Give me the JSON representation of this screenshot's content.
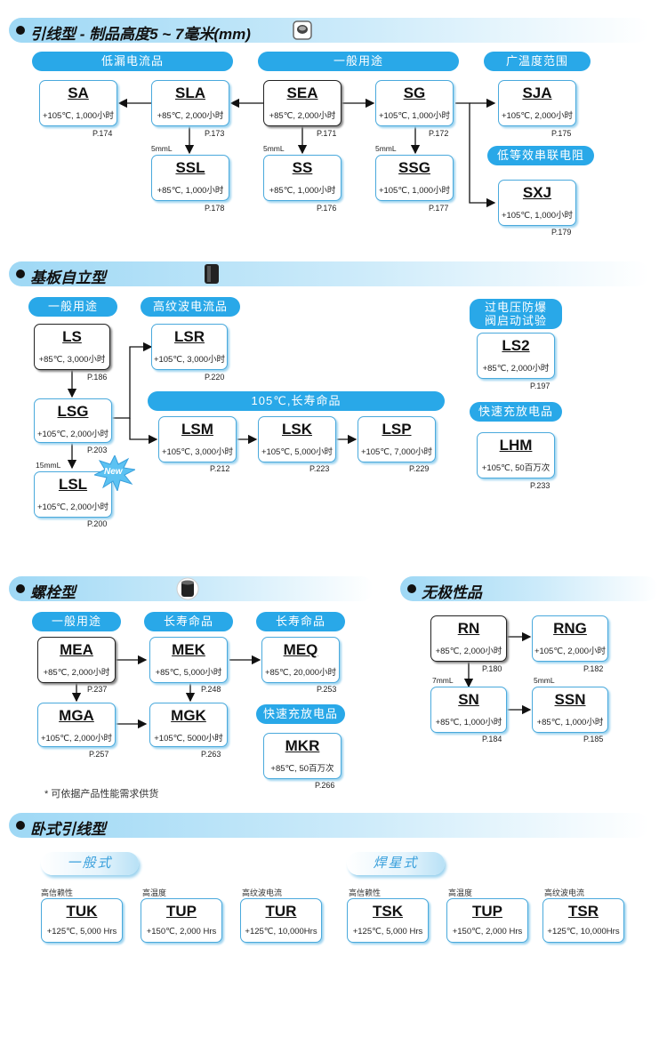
{
  "sections": {
    "lead": "引线型 - 制品高度5 ~ 7毫米(mm)",
    "snapin_board": "基板自立型",
    "screw": "螺栓型",
    "bipolar": "无极性品",
    "horizontal": "卧式引线型"
  },
  "lead": {
    "labels": {
      "low_leak": "低漏电流品",
      "general": "一般用途",
      "wide_temp": "广温度范围",
      "low_esr": "低等效串联电阻"
    },
    "boxes": {
      "sa": {
        "code": "SA",
        "spec": "+105℃, 1,000小时",
        "page": "P.174"
      },
      "sla": {
        "code": "SLA",
        "spec": "+85℃, 2,000小时",
        "page": "P.173"
      },
      "sea": {
        "code": "SEA",
        "spec": "+85℃, 2,000小时",
        "page": "P.171"
      },
      "sg": {
        "code": "SG",
        "spec": "+105℃, 1,000小时",
        "page": "P.172"
      },
      "sja": {
        "code": "SJA",
        "spec": "+105℃, 2,000小时",
        "page": "P.175"
      },
      "ssl": {
        "code": "SSL",
        "spec": "+85℃, 1,000小时",
        "page": "P.178"
      },
      "ss": {
        "code": "SS",
        "spec": "+85℃, 1,000小时",
        "page": "P.176"
      },
      "ssg": {
        "code": "SSG",
        "spec": "+105℃, 1,000小时",
        "page": "P.177"
      },
      "sxj": {
        "code": "SXJ",
        "spec": "+105℃, 1,000小时",
        "page": "P.179"
      }
    },
    "notes": {
      "n1": "5mmL",
      "n2": "5mmL",
      "n3": "5mmL"
    }
  },
  "snapin": {
    "labels": {
      "general": "一般用途",
      "high_ripple": "高纹波电流品",
      "long_life": "105℃,长寿命品",
      "overvoltage": "过电压防爆\n阀启动试验",
      "fast_charge": "快速充放电品"
    },
    "boxes": {
      "ls": {
        "code": "LS",
        "spec": "+85℃, 3,000小时",
        "page": "P.186"
      },
      "lsr": {
        "code": "LSR",
        "spec": "+105℃, 3,000小时",
        "page": "P.220"
      },
      "lsg": {
        "code": "LSG",
        "spec": "+105℃, 2,000小时",
        "page": "P.203"
      },
      "lsl": {
        "code": "LSL",
        "spec": "+105℃, 2,000小时",
        "page": "P.200"
      },
      "lsm": {
        "code": "LSM",
        "spec": "+105℃, 3,000小时",
        "page": "P.212"
      },
      "lsk": {
        "code": "LSK",
        "spec": "+105℃, 5,000小时",
        "page": "P.223"
      },
      "lsp": {
        "code": "LSP",
        "spec": "+105℃, 7,000小时",
        "page": "P.229"
      },
      "ls2": {
        "code": "LS2",
        "spec": "+85℃, 2,000小时",
        "page": "P.197"
      },
      "lhm": {
        "code": "LHM",
        "spec": "+105℃, 50百万次",
        "page": "P.233"
      }
    },
    "notes": {
      "n1": "15mmL"
    },
    "new_badge": "New"
  },
  "screw": {
    "labels": {
      "general": "一般用途",
      "long_life1": "长寿命品",
      "long_life2": "长寿命品",
      "fast_charge": "快速充放电品"
    },
    "boxes": {
      "mea": {
        "code": "MEA",
        "spec": "+85℃, 2,000小时",
        "page": "P.237"
      },
      "mek": {
        "code": "MEK",
        "spec": "+85℃, 5,000小时",
        "page": "P.248"
      },
      "meq": {
        "code": "MEQ",
        "spec": "+85℃, 20,000小时",
        "page": "P.253"
      },
      "mga": {
        "code": "MGA",
        "spec": "+105℃, 2,000小时",
        "page": "P.257"
      },
      "mgk": {
        "code": "MGK",
        "spec": "+105℃, 5000小时",
        "page": "P.263"
      },
      "mkr": {
        "code": "MKR",
        "spec": "+85℃, 50百万次",
        "page": "P.266"
      }
    },
    "footnote": "* 可依据产品性能需求供货"
  },
  "bipolar": {
    "boxes": {
      "rn": {
        "code": "RN",
        "spec": "+85℃, 2,000小时",
        "page": "P.180"
      },
      "rng": {
        "code": "RNG",
        "spec": "+105℃, 2,000小时",
        "page": "P.182"
      },
      "sn": {
        "code": "SN",
        "spec": "+85℃, 1,000小时",
        "page": "P.184"
      },
      "ssn": {
        "code": "SSN",
        "spec": "+85℃, 1,000小时",
        "page": "P.185"
      }
    },
    "notes": {
      "n1": "7mmL",
      "n2": "5mmL"
    }
  },
  "horizontal": {
    "tabs": {
      "general": "一般式",
      "weld": "焊星式"
    },
    "subs": {
      "tuk": "高信赖性",
      "tup1": "高温度",
      "tur": "高纹波电流",
      "tsk": "高信赖性",
      "tup2": "高温度",
      "tsr": "高纹波电流"
    },
    "boxes": {
      "tuk": {
        "code": "TUK",
        "spec": "+125℃, 5,000 Hrs"
      },
      "tup1": {
        "code": "TUP",
        "spec": "+150℃, 2,000 Hrs"
      },
      "tur": {
        "code": "TUR",
        "spec": "+125℃, 10,000Hrs"
      },
      "tsk": {
        "code": "TSK",
        "spec": "+125℃, 5,000 Hrs"
      },
      "tup2": {
        "code": "TUP",
        "spec": "+150℃, 2,000 Hrs"
      },
      "tsr": {
        "code": "TSR",
        "spec": "+125℃, 10,000Hrs"
      }
    }
  },
  "colors": {
    "accent": "#29a8e8",
    "box_border": "#4aa9dc",
    "dark_border": "#222222"
  },
  "icons": {
    "lead_icon": "capacitor-chip-icon",
    "snapin_icon": "snapin-capacitor-icon",
    "screw_icon": "screw-capacitor-icon"
  }
}
